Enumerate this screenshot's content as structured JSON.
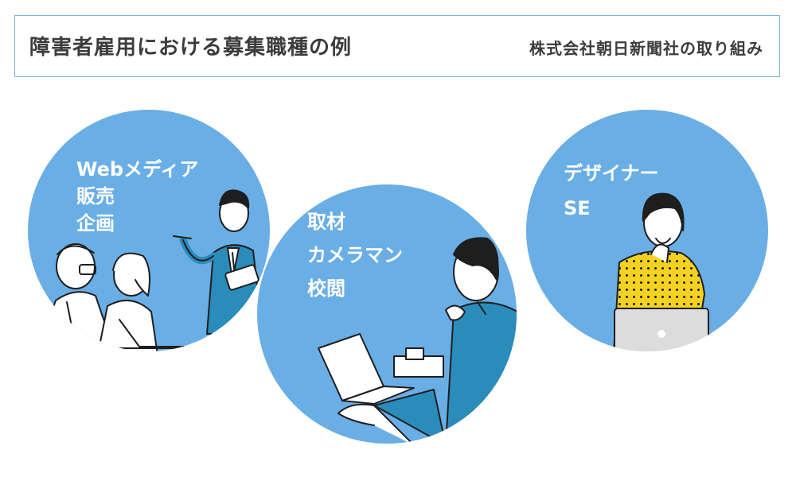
{
  "header": {
    "title": "障害者雇用における募集職種の例",
    "subtitle": "株式会社朝日新聞社の取り組み"
  },
  "groups": [
    {
      "lines": [
        "Webメディア",
        "販売",
        "企画"
      ]
    },
    {
      "lines": [
        "取材",
        "カメラマン",
        "校閲"
      ]
    },
    {
      "lines": [
        "デザイナー",
        "SE"
      ]
    }
  ],
  "colors": {
    "circle": "#6aaee6",
    "frame": "#7fb3dd",
    "suit": "#2a8cba",
    "skin": "#ffffff",
    "yellow": "#f5d21f"
  }
}
